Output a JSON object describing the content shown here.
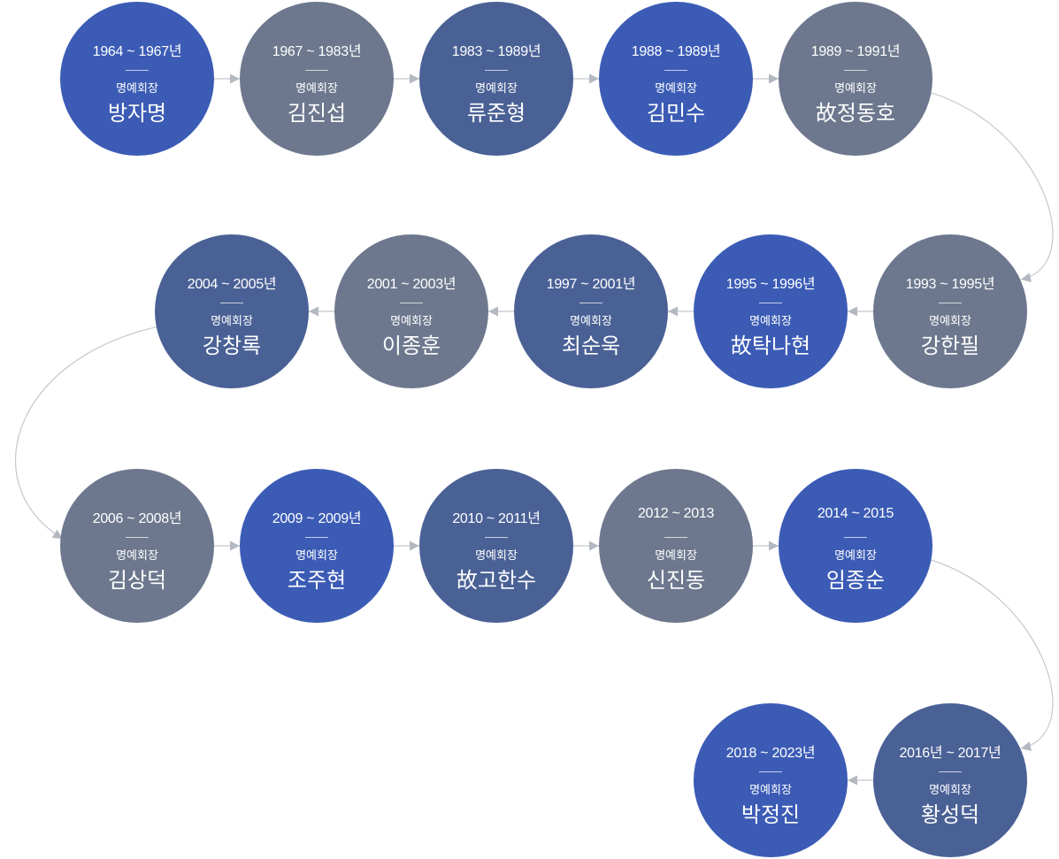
{
  "colors": {
    "blue": "#3b5bb5",
    "navy": "#4a6196",
    "gray": "#6d788e",
    "connector": "#c4c8cf",
    "arrow": "#b3b8c1"
  },
  "presidents": [
    {
      "period": "1964 ~ 1967년",
      "role": "명예회장",
      "name": "방자명",
      "color": "blue"
    },
    {
      "period": "1967 ~ 1983년",
      "role": "명예회장",
      "name": "김진섭",
      "color": "gray"
    },
    {
      "period": "1983 ~ 1989년",
      "role": "명예회장",
      "name": "류준형",
      "color": "navy"
    },
    {
      "period": "1988 ~ 1989년",
      "role": "명예회장",
      "name": "김민수",
      "color": "blue"
    },
    {
      "period": "1989 ~ 1991년",
      "role": "명예회장",
      "name": "故정동호",
      "color": "gray"
    },
    {
      "period": "1993 ~ 1995년",
      "role": "명예회장",
      "name": "강한필",
      "color": "gray"
    },
    {
      "period": "1995 ~ 1996년",
      "role": "명예회장",
      "name": "故탁나현",
      "color": "blue"
    },
    {
      "period": "1997 ~ 2001년",
      "role": "명예회장",
      "name": "최순욱",
      "color": "navy"
    },
    {
      "period": "2001 ~ 2003년",
      "role": "명예회장",
      "name": "이종훈",
      "color": "gray"
    },
    {
      "period": "2004 ~ 2005년",
      "role": "명예회장",
      "name": "강창록",
      "color": "navy"
    },
    {
      "period": "2006 ~ 2008년",
      "role": "명예회장",
      "name": "김상덕",
      "color": "gray"
    },
    {
      "period": "2009 ~ 2009년",
      "role": "명예회장",
      "name": "조주현",
      "color": "blue"
    },
    {
      "period": "2010 ~ 2011년",
      "role": "명예회장",
      "name": "故고한수",
      "color": "navy"
    },
    {
      "period": "2012 ~ 2013",
      "role": "명예회장",
      "name": "신진동",
      "color": "gray"
    },
    {
      "period": "2014 ~ 2015",
      "role": "명예회장",
      "name": "임종순",
      "color": "blue"
    },
    {
      "period": "2016년 ~ 2017년",
      "role": "명예회장",
      "name": "황성덕",
      "color": "navy"
    },
    {
      "period": "2018 ~ 2023년",
      "role": "명예회장",
      "name": "박정진",
      "color": "blue"
    }
  ]
}
